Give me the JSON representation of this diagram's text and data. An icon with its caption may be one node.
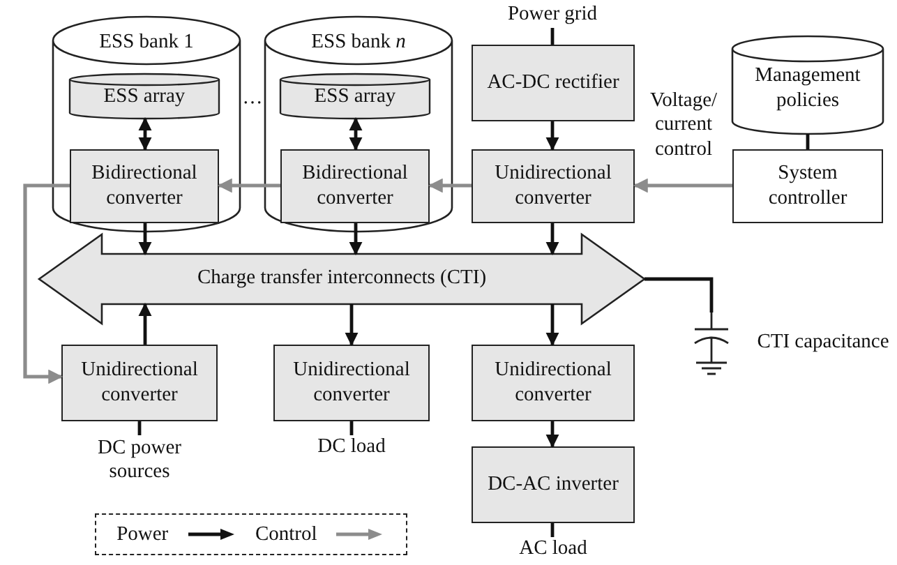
{
  "diagram": {
    "nodes": [
      {
        "text": [
          "ESS bank 1"
        ]
      },
      {
        "text": [
          "ESS array"
        ],
        "in": 0
      },
      {
        "text": [
          "Bidirectional converter"
        ],
        "in": 0
      },
      {
        "text": [
          "ESS bank *n*"
        ]
      },
      {
        "text": [
          "ESS array"
        ],
        "in": 3
      },
      {
        "text": [
          "Bidirectional converter"
        ],
        "in": 3
      },
      {
        "text": [
          "Power grid"
        ]
      },
      {
        "text": [
          "AC-DC rectifier"
        ]
      },
      {
        "text": [
          "Unidirectional converter"
        ]
      },
      {
        "text": [
          "Management policies"
        ]
      },
      {
        "text": [
          "System controller"
        ]
      },
      {
        "text": [
          "Charge transfer interconnects (CTI)"
        ]
      },
      {
        "text": [
          "Unidirectional converter"
        ]
      },
      {
        "text": [
          "Unidirectional converter"
        ]
      },
      {
        "text": [
          "Unidirectional converter"
        ]
      },
      {
        "text": [
          "DC power sources"
        ]
      },
      {
        "text": [
          "DC load"
        ]
      },
      {
        "text": [
          "DC-AC inverter"
        ]
      },
      {
        "text": [
          "AC load"
        ]
      },
      {
        "text": [],
        "shape": "capacitor",
        "beside": [
          "CTI capacitance"
        ]
      }
    ],
    "edges": [
      {
        "from": 1,
        "to": 2,
        "arrow": "both"
      },
      {
        "from": 4,
        "to": 5,
        "arrow": "both"
      },
      {
        "from": 2,
        "to": 11,
        "arrow": "to"
      },
      {
        "from": 5,
        "to": 11,
        "arrow": "to"
      },
      {
        "from": 8,
        "to": 11,
        "arrow": "to"
      },
      {
        "from": 6,
        "to": 7,
        "arrow": "none"
      },
      {
        "from": 7,
        "to": 8,
        "arrow": "to"
      },
      {
        "from": 9,
        "to": 10,
        "arrow": "none"
      },
      {
        "from": 10,
        "to": 8,
        "arrow": "to",
        "label": "Voltage/ current control",
        "color": "#8c8c8c"
      },
      {
        "from": 8,
        "to": 5,
        "arrow": "to",
        "color": "#8c8c8c"
      },
      {
        "from": 5,
        "to": 2,
        "arrow": "to",
        "color": "#8c8c8c"
      },
      {
        "from": 2,
        "to": 12,
        "arrow": "to",
        "color": "#8c8c8c"
      },
      {
        "from": 12,
        "to": 11,
        "arrow": "to"
      },
      {
        "from": 11,
        "to": 13,
        "arrow": "to"
      },
      {
        "from": 11,
        "to": 14,
        "arrow": "to"
      },
      {
        "from": 14,
        "to": 17,
        "arrow": "to"
      },
      {
        "from": 12,
        "to": 15,
        "arrow": "none"
      },
      {
        "from": 13,
        "to": 16,
        "arrow": "none"
      },
      {
        "from": 17,
        "to": 18,
        "arrow": "none"
      },
      {
        "from": 11,
        "to": 19,
        "arrow": "none"
      }
    ],
    "labels": [
      "…"
    ],
    "legend": [
      {
        "text": "Power"
      },
      {
        "text": "Control"
      }
    ]
  }
}
